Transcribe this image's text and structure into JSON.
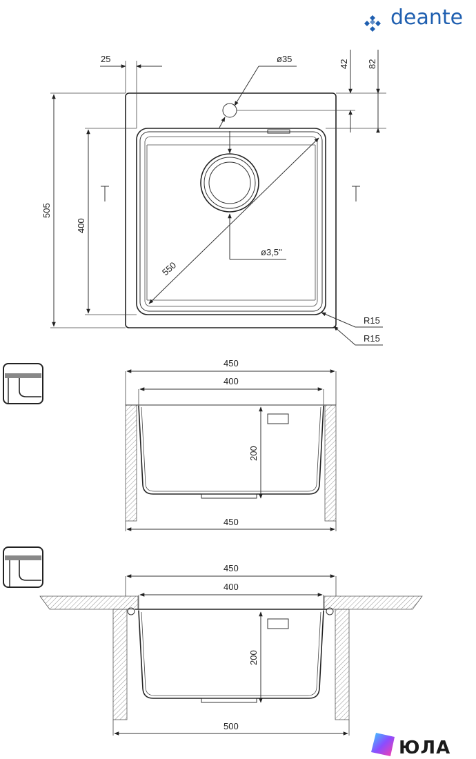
{
  "brand": {
    "name": "deante",
    "color": "#1f5fb0",
    "icon": "deante-logo-icon"
  },
  "watermark": {
    "text": "ЮЛА",
    "icon": "yula-logo-icon"
  },
  "top_view": {
    "dim_25": "25",
    "dim_d35": "ø35",
    "dim_42": "42",
    "dim_82": "82",
    "dim_505": "505",
    "dim_400": "400",
    "dim_550": "550",
    "dim_drain": "ø3,5\"",
    "dim_r15_inner": "R15",
    "dim_r15_outer": "R15"
  },
  "section_undermount": {
    "dim_top_450": "450",
    "dim_top_400": "400",
    "dim_depth": "200",
    "dim_bottom_450": "450",
    "icon": "undermount-mounting-icon"
  },
  "section_flush": {
    "dim_top_450": "450",
    "dim_top_400": "400",
    "dim_depth": "200",
    "dim_bottom_500": "500",
    "icon": "flush-mounting-icon"
  }
}
